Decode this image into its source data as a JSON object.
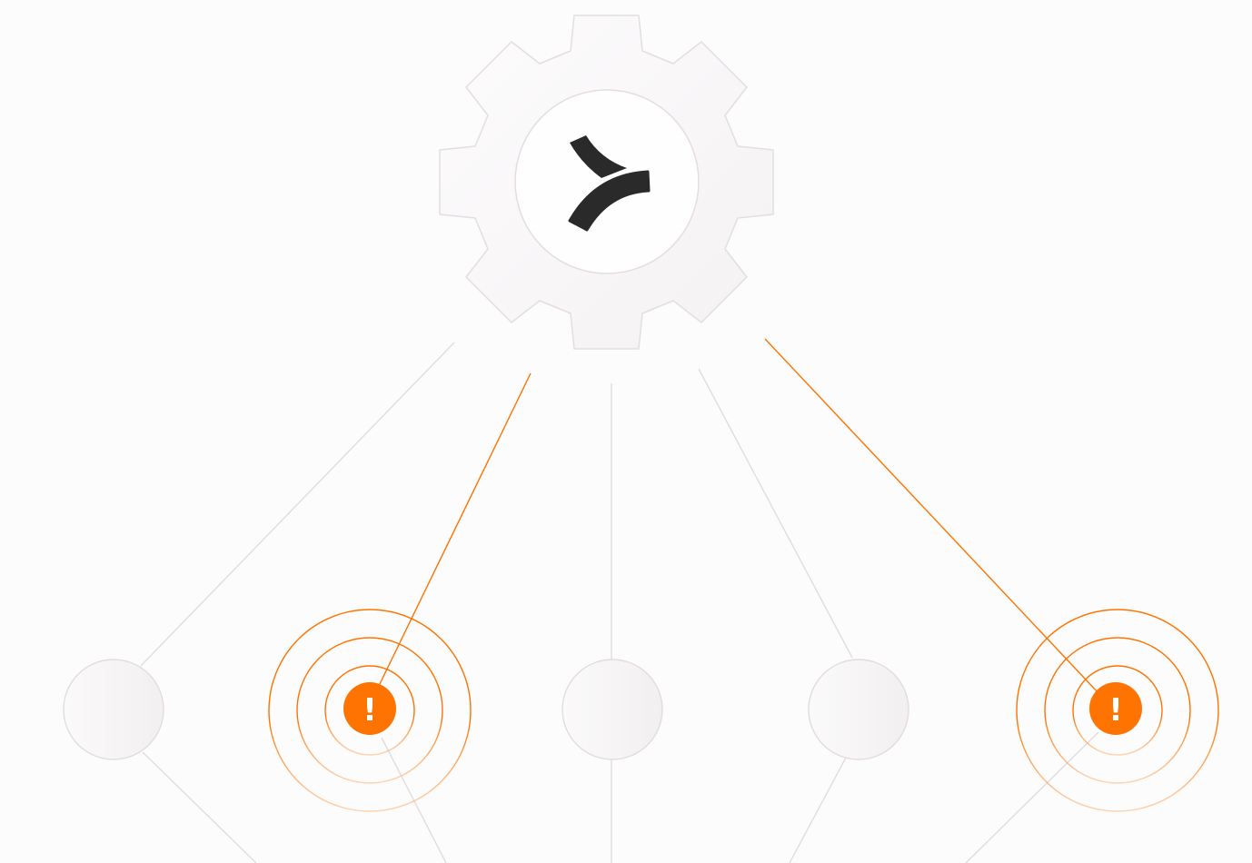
{
  "diagram": {
    "hub": {
      "icon": "gear-icon",
      "logo": "chevron-logo-icon"
    },
    "nodes": [
      {
        "id": "node-1",
        "status": "normal"
      },
      {
        "id": "node-2",
        "status": "alert",
        "alert_symbol": "!"
      },
      {
        "id": "node-3",
        "status": "normal"
      },
      {
        "id": "node-4",
        "status": "normal"
      },
      {
        "id": "node-5",
        "status": "alert",
        "alert_symbol": "!"
      }
    ],
    "colors": {
      "background": "#fdfcfc",
      "alert": "#ff7300",
      "neutral_line": "#e2dcdd",
      "node_fill": "#f7f4f5",
      "logo": "#2b2a2a"
    }
  }
}
